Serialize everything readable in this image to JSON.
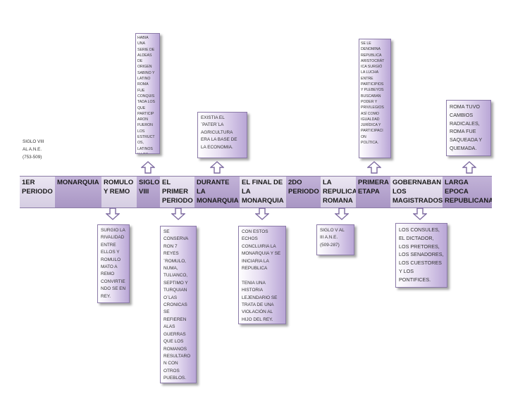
{
  "periods": [
    {
      "label": "1ER PERIODO",
      "shade": "light"
    },
    {
      "label": "MONARQUIA",
      "shade": "dark"
    },
    {
      "label": "ROMULO Y REMO",
      "shade": "light"
    },
    {
      "label": "SIGLO VIII",
      "shade": "dark"
    },
    {
      "label": "EL PRIMER PERIODO",
      "shade": "light"
    },
    {
      "label": "DURANTE LA MONARQUIA",
      "shade": "dark"
    },
    {
      "label": "EL FINAL DE LA MONARQUIA",
      "shade": "light"
    },
    {
      "label": "2DO PERIODO",
      "shade": "dark"
    },
    {
      "label": "LA REPULICA ROMANA",
      "shade": "light"
    },
    {
      "label": "PRIMERA ETAPA",
      "shade": "dark"
    },
    {
      "label": "GOBERNABAN LOS MAGISTRADOS",
      "shade": "light"
    },
    {
      "label": "LARGA EPOCA REPUBLICANA",
      "shade": "dark"
    }
  ],
  "notes_above": {
    "siglo_viii_date": "SIGLO VIII\nAL A.N.E.\n(753-509)",
    "aldeas": "HABIA\nUNA\nSERIE DE\nALDEAS\nDE\nORIGEN\nSABINO Y\nLATINO\nROMA\nFUE\nCONQUIS\nTADA LOS\nQUE\nPARTICIP\nARON\nFUERON\nLOS\nESTRUCT\nOS,\nLATINOS\nY LOS\nSABINOS",
    "pater": "EXISTIA EL\n¨PATER¨LA\nAGRICULTURA\nERA LA BASE DE\nLA ECONOMIA.",
    "republica_aristocratica": "SE LE\nDENOMINA\nREPUBLICA\nARISTOCRÁT\nICA SURGIÓ\nLA LUCHA\nENTRE\nPARTICIPIOS\nY PLEBEYOS\nBUSCABAN\nPODER Y\nPRIVILEGIOS\nASÍ COMO\nIGUALDAD\nJURÍDICA Y\nPARTICIPACI\nON\nPOLÍTICA.",
    "roma_cambios": "ROMA TUVO\nCAMBIOS\nRADICALES,\nROMA FUE\nSAQUEADA Y\nQUEMADA."
  },
  "notes_below": {
    "rivalidad": "SURGIO LA\nRIVALIDAD\nENTRE\nELLOS Y\nROMULO\nMATO A\nREMO\nCONVIRTIE\nNDO SE EN\nREY.",
    "reyes": "SE\nCONSERVA\nRON 7\nREYES\n¨ROMULO,\nNUMA,\nTULIANCO,\nSEPTIMO Y\nTURQUIAN\nO¨LAS\nCRONICAS\nSE\nREFIEREN\nALAS\nGUERRAS\nQUE LOS\nROMANOS\nRESULTARO\nN CON\nOTROS\nPUEBLOS.",
    "final": "CON ESTOS\nECHOS\nCONCLUIRIA LA\nMONARQUIA Y SE\nINICIARIA LA\nREPUBLICA\n\nTENIA UNA\nHISTORIA\nLEJENDARIO SE\nTRATA DE UNA\nVIOLACIÓN AL\nHIJO DEL REY.",
    "siglo_v": "SIGLO V AL\nIII A.N.E.\n(509-287)",
    "magistrados": "LOS CONSULES,\nEL DICTADOR,\nLOS PRETORES,\nLOS SENADORES,\nLOS CUESTORES\nY LOS\nPONTIFICES."
  },
  "colors": {
    "band_dark": "#a996c4",
    "band_light": "#e4dced",
    "arrow": "#7d6aa0",
    "border": "#8b7aa8"
  }
}
